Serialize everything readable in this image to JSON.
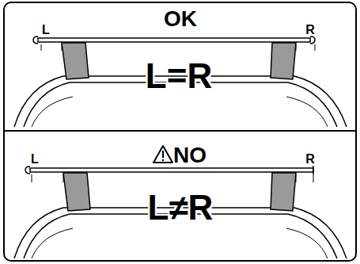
{
  "diagram": {
    "nodes": [
      {
        "text": [
          "OK",
          "L",
          "R",
          "L=R"
        ]
      },
      {
        "text": [
          "NO",
          "L",
          "R",
          "L≠R"
        ]
      }
    ]
  }
}
